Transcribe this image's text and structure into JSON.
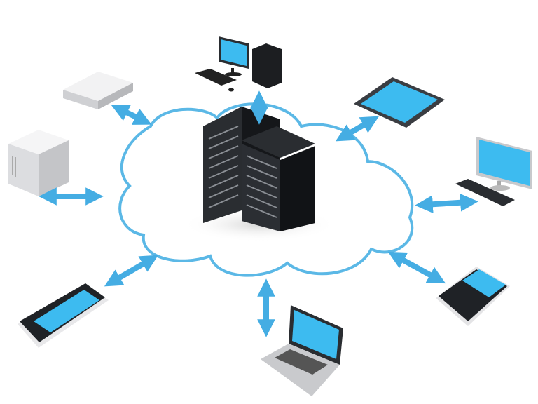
{
  "diagram": {
    "center": "server-rack",
    "devices": [
      "desktop-computer",
      "network-appliance",
      "tower-server",
      "tablet",
      "monitor-keyboard",
      "smartphone",
      "laptop",
      "qwerty-phone"
    ]
  },
  "colors": {
    "arrow": "#45ade3",
    "cloud_stroke": "#5bb8e6",
    "screen": "#3dbbf0",
    "rack": "#1f2226",
    "device_body": "#e8e8ea"
  }
}
